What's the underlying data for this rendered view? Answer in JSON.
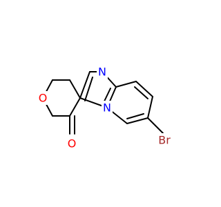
{
  "molecule": {
    "atoms": {
      "N_imine": {
        "symbol": "N",
        "color": "#0000FF"
      },
      "N_bridge": {
        "symbol": "N",
        "color": "#0000FF"
      },
      "O_ring": {
        "symbol": "O",
        "color": "#FF0000"
      },
      "O_carbonyl": {
        "symbol": "O",
        "color": "#FF0000"
      },
      "Br": {
        "symbol": "Br",
        "color": "#A52A2A"
      }
    },
    "bond_color": "#000000",
    "background": "#FFFFFF"
  }
}
